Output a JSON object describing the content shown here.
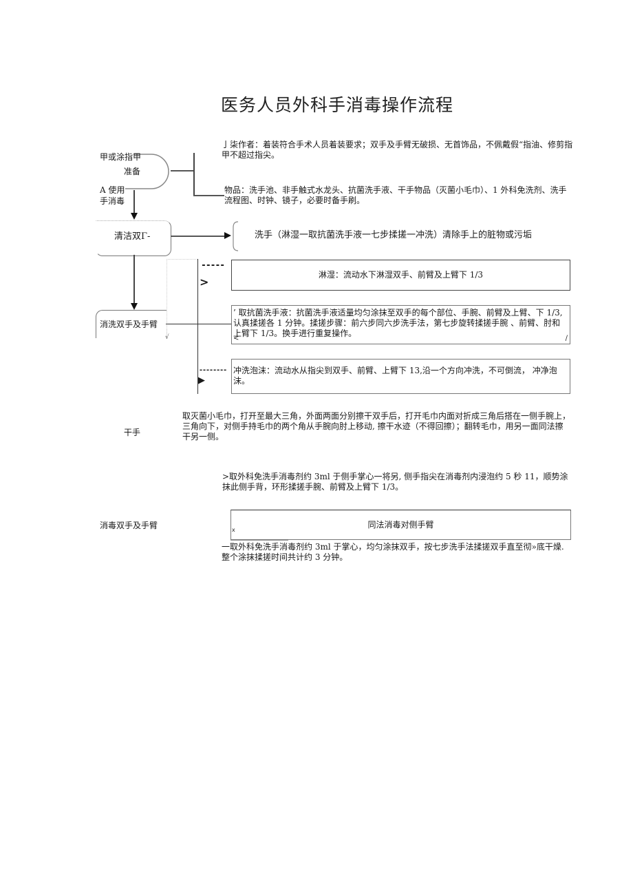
{
  "title": "医务人员外科手消毒操作流程",
  "flow": {
    "prep_node": {
      "line1": "甲或涂指甲",
      "line2": "准备",
      "after1": "A 使用",
      "after2": "手消毒"
    },
    "prep_details": {
      "operator": "亅柒作者：着装符合手术人员着装要求；双手及手臂无破损、无首饰品，不佩戴假“指油、修剪指甲不超过指尖。",
      "items": "物品：洗手池、非手触式水龙头、抗菌洗手液、干手物品（灭菌小毛巾）、1 外科免洗剂、洗手流程图、时钟、镜子，必要时备手刷。"
    },
    "clean_node": {
      "label": "清洁双Γ-",
      "detail": "洗手（淋湿一取抗菌洗手液一七步揉搓一冲洗）清除手上的脏物或污垢"
    },
    "wash_node": {
      "label": "消洗双手及手臂",
      "mark": "√",
      "steps": [
        {
          "connector": "-----",
          "arrow": ">",
          "text": "淋湿：流动水下淋湿双手、前臂及上臂下 1/3"
        },
        {
          "prefix": "’",
          "text": "取抗菌洗手液：抗菌洗手液适量均匀涂抹至双手的每个部位、手腕、前臂及上臂、下 1/3,认真揉搓各 1 分钟。揉搓步骤：前六步同六步洗手法，第七步旋转揉搓手腕 、前臂、肘和上臂下 1/3。换手进行重复操作。",
          "corner_left": "<",
          "corner_right": "/"
        },
        {
          "connector": "--------",
          "arrow": "▶",
          "text": "冲洗泡沫：流动水从指尖到双手、前臂、上臂下 13,沿一个方向冲洗，不可倒流， 冲净泡沫。"
        }
      ]
    },
    "dry_node": {
      "label": "干手",
      "detail": "取灭菌小毛巾，打开至最大三角，外面两面分别擦干双手后，打开毛巾内面对折成三角后搭在一侧手腕上，三角向下，对侧手持毛巾的两个角从手腕向肘上移动, 擦干水迹（不得回擦）；翻转毛巾，用另一面同法擦干另一侧。"
    },
    "disinfect_node": {
      "label": "消毒双手及手臂",
      "step1": ">取外科免洗手消毒剂约 3ml 于侧手掌心一将另, 侧手指尖在消毒剂内浸泡约 5 秒 11，顺势涂抹此侧手背，环形揉搓手腕、前臂及上臂下 1/3。",
      "step2": "同法消毒对侧手臂",
      "step2_mark": "x",
      "step3": "一取外科免洗手消毒剂约 3ml 于掌心，均匀涂抹双手，按七步洗手法揉搓双手直至彻»底干燥. 整个涂抹揉搓时间共计约 3 分钟。"
    }
  }
}
